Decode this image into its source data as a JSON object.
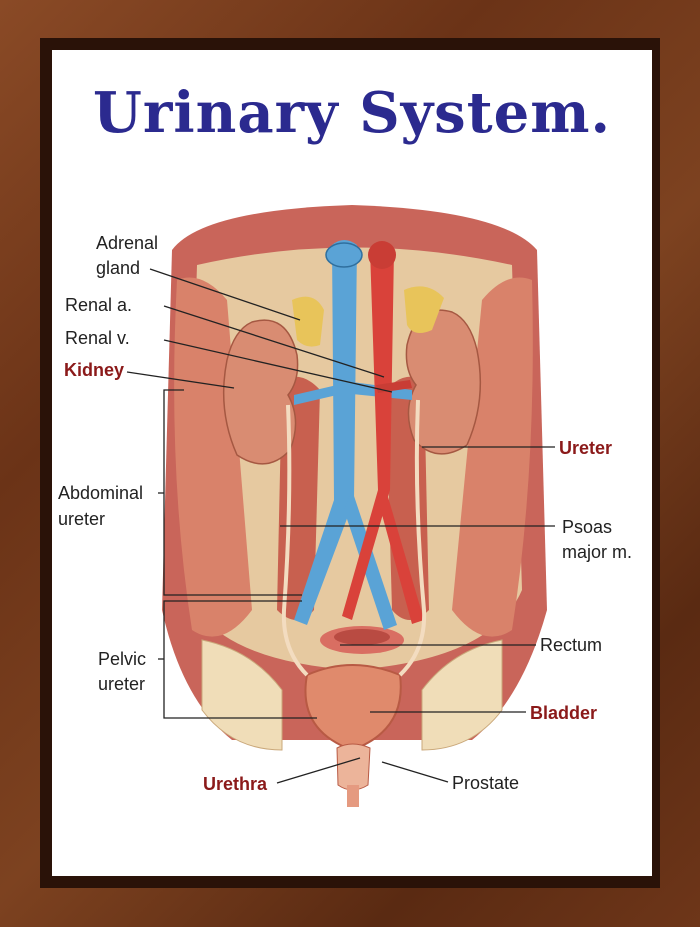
{
  "title": "Urinary System.",
  "labels": {
    "adrenal_line1": "Adrenal",
    "adrenal_line2": "gland",
    "renal_a": "Renal a.",
    "renal_v": "Renal v.",
    "kidney": "Kidney",
    "abdominal_line1": "Abdominal",
    "abdominal_line2": "ureter",
    "pelvic_line1": "Pelvic",
    "pelvic_line2": "ureter",
    "urethra": "Urethra",
    "ureter": "Ureter",
    "psoas_line1": "Psoas",
    "psoas_line2": "major m.",
    "rectum": "Rectum",
    "bladder": "Bladder",
    "prostate": "Prostate"
  },
  "colors": {
    "title": "#2b2a8f",
    "highlight_label": "#8b1a1a",
    "vein": "#5aa3d6",
    "artery": "#d9423a",
    "kidney": "#d98c72",
    "adrenal": "#e8c45a",
    "muscle": "#d9826a",
    "bone": "#f0ddb8"
  }
}
